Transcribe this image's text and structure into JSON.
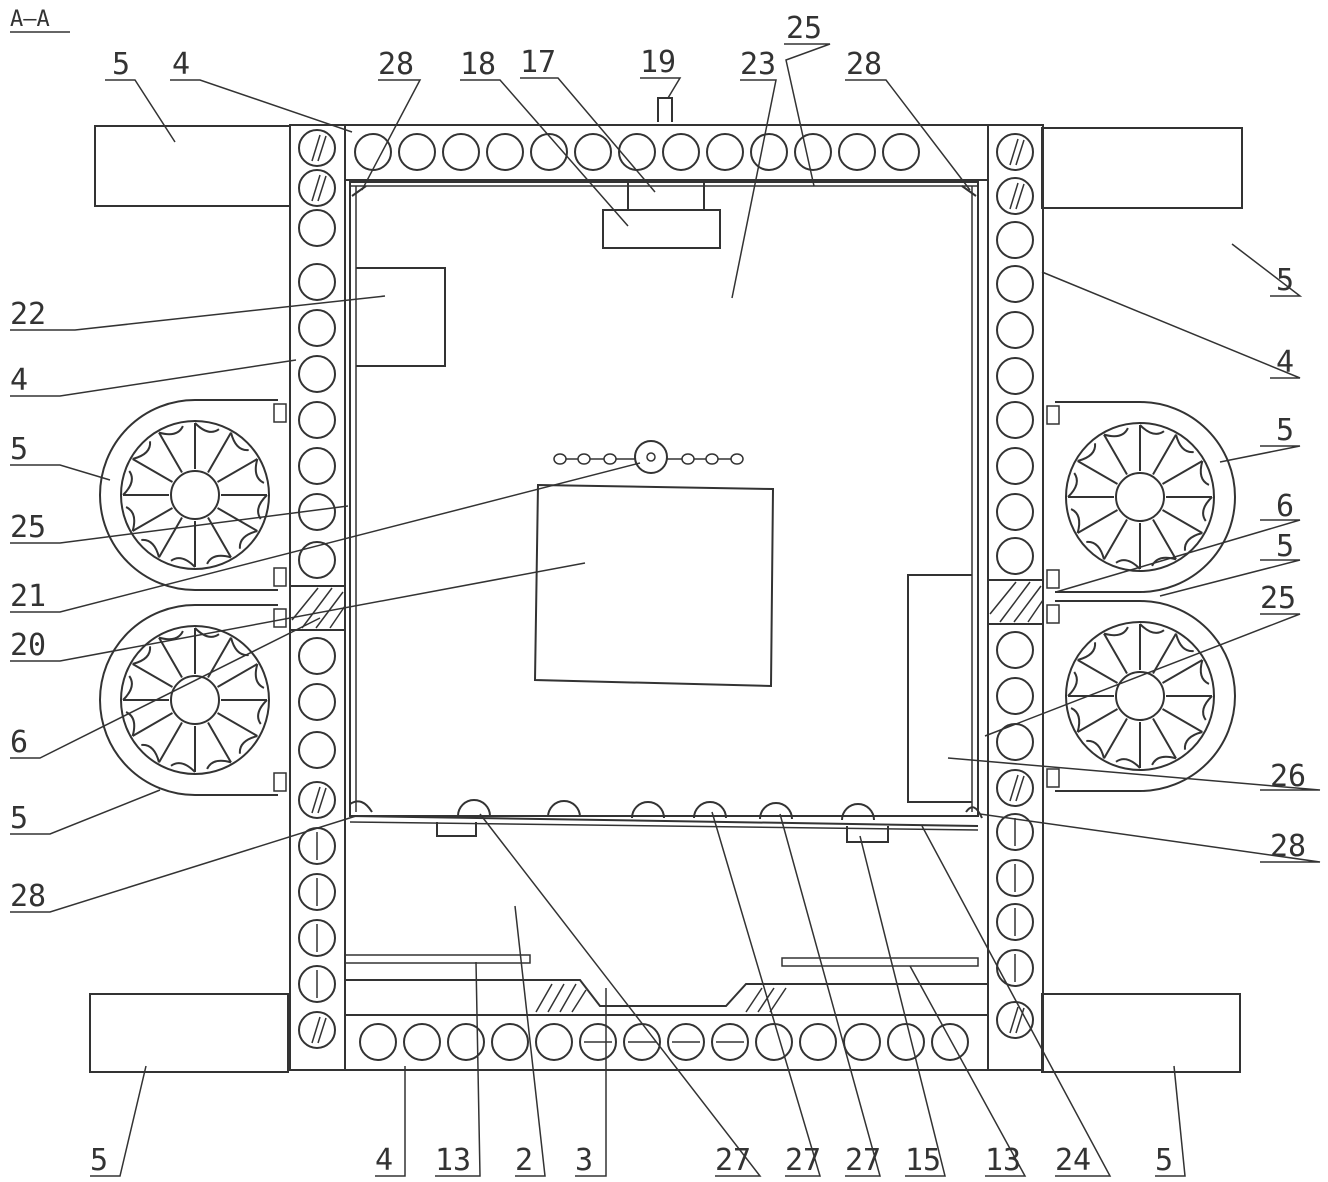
{
  "title": "A–A",
  "labels": {
    "l5a": "5",
    "l4a": "4",
    "l28a": "28",
    "l18": "18",
    "l17": "17",
    "l19": "19",
    "l23": "23",
    "l25a": "25",
    "l28b": "28",
    "l22": "22",
    "l4b": "4",
    "l5b": "5",
    "l25b": "25",
    "l21": "21",
    "l20": "20",
    "l6a": "6",
    "l5c": "5",
    "l28c": "28",
    "l5d": "5",
    "l4c": "4",
    "l5e": "5",
    "l6b": "6",
    "l5f": "5",
    "l25c": "25",
    "l26": "26",
    "l28d": "28",
    "l5g": "5",
    "l4d": "4",
    "l13a": "13",
    "l2": "2",
    "l3": "3",
    "l27a": "27",
    "l27b": "27",
    "l27c": "27",
    "l15": "15",
    "l13b": "13",
    "l24": "24",
    "l5h": "5"
  }
}
